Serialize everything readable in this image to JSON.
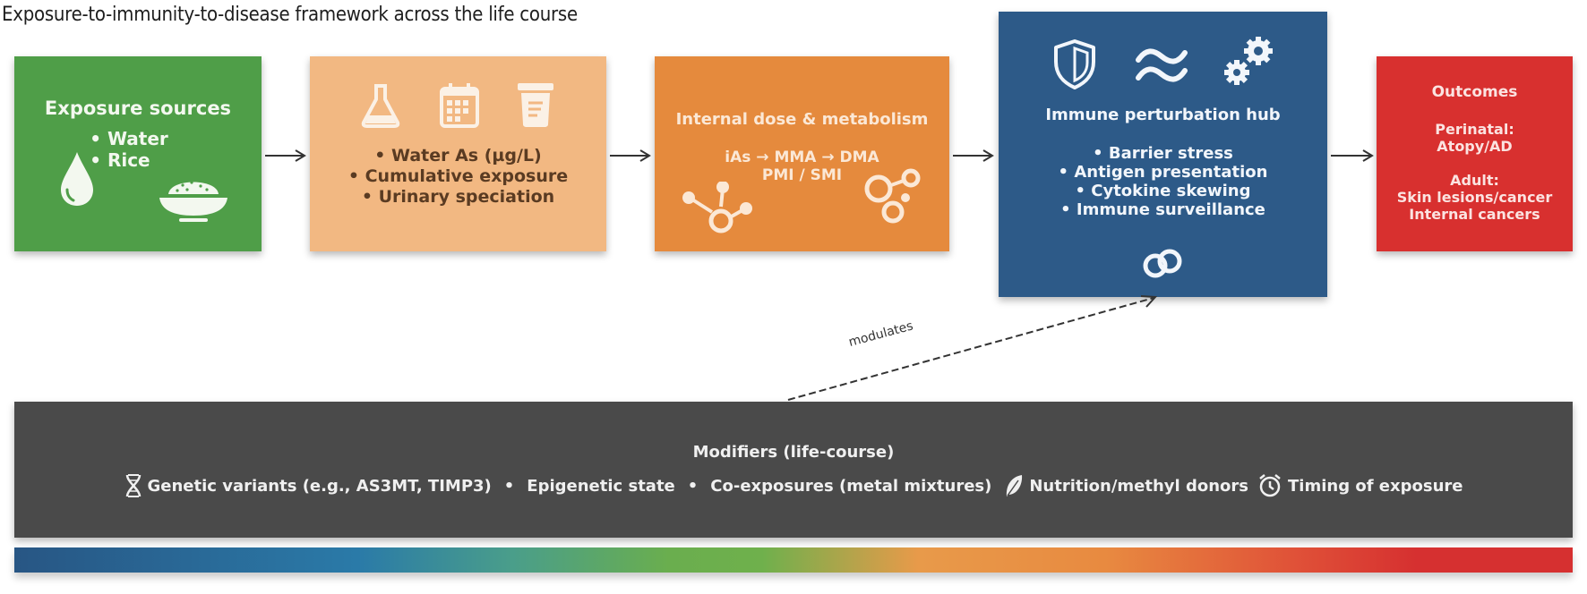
{
  "title": "Exposure-to-immunity-to-disease framework across the life course",
  "boxes": {
    "exposure": {
      "title": "Exposure sources",
      "items": [
        "• Water",
        "• Rice"
      ],
      "icons": [
        "water-drop-icon",
        "rice-bowl-icon"
      ],
      "color": "#4f9e48"
    },
    "measures": {
      "items": [
        "• Water As (µg/L)",
        "• Cumulative exposure",
        "• Urinary speciation"
      ],
      "icons": [
        "flask-icon",
        "calendar-icon",
        "specimen-cup-icon"
      ],
      "color": "#f2b882"
    },
    "metabolism": {
      "title": "Internal dose & metabolism",
      "formula_line1": "iAs → MMA → DMA",
      "formula_line2": "PMI / SMI",
      "icons": [
        "molecule-icon",
        "molecule-rings-icon"
      ],
      "color": "#e58a3d"
    },
    "immune": {
      "title": "Immune perturbation hub",
      "items": [
        "• Barrier stress",
        "• Antigen presentation",
        "• Cytokine skewing",
        "• Immune surveillance"
      ],
      "icons": [
        "shield-icon",
        "wave-icon",
        "gears-icon",
        "link-rings-icon"
      ],
      "color": "#2d5a88"
    },
    "outcomes": {
      "title": "Outcomes",
      "perinatal_label": "Perinatal:",
      "perinatal_value": "Atopy/AD",
      "adult_label": "Adult:",
      "adult_values": [
        "Skin lesions/cancer",
        "Internal cancers"
      ],
      "color": "#d8302f"
    }
  },
  "modifiers": {
    "title": "Modifiers (life-course)",
    "items": [
      {
        "icon": "dna-icon",
        "label": "Genetic variants (e.g., AS3MT, TIMP3)"
      },
      {
        "label": "Epigenetic state"
      },
      {
        "label": "Co-exposures (metal mixtures)"
      },
      {
        "icon": "leaf-icon",
        "label": "Nutrition/methyl donors"
      },
      {
        "icon": "alarm-clock-icon",
        "label": "Timing of exposure"
      }
    ],
    "bullet": "•",
    "color": "#4a4a4a"
  },
  "edge_label": "modulates",
  "gradient_colors": [
    "#285684",
    "#2a7aa8",
    "#6fb04c",
    "#e88a40",
    "#d63030"
  ]
}
